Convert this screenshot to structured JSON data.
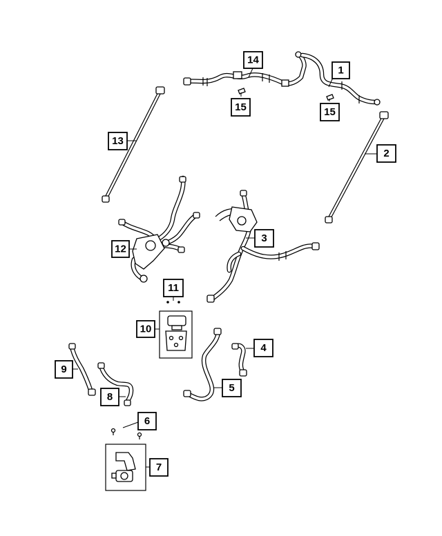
{
  "diagram": {
    "callouts": [
      {
        "id": "c1",
        "label": "1"
      },
      {
        "id": "c2",
        "label": "2"
      },
      {
        "id": "c3",
        "label": "3"
      },
      {
        "id": "c4",
        "label": "4"
      },
      {
        "id": "c5",
        "label": "5"
      },
      {
        "id": "c6",
        "label": "6"
      },
      {
        "id": "c7",
        "label": "7"
      },
      {
        "id": "c8",
        "label": "8"
      },
      {
        "id": "c9",
        "label": "9"
      },
      {
        "id": "c10",
        "label": "10"
      },
      {
        "id": "c11",
        "label": "11"
      },
      {
        "id": "c12",
        "label": "12"
      },
      {
        "id": "c13",
        "label": "13"
      },
      {
        "id": "c14",
        "label": "14"
      },
      {
        "id": "c15a",
        "label": "15"
      },
      {
        "id": "c15b",
        "label": "15"
      }
    ]
  },
  "colors": {
    "line": "#000000",
    "background": "#ffffff"
  }
}
